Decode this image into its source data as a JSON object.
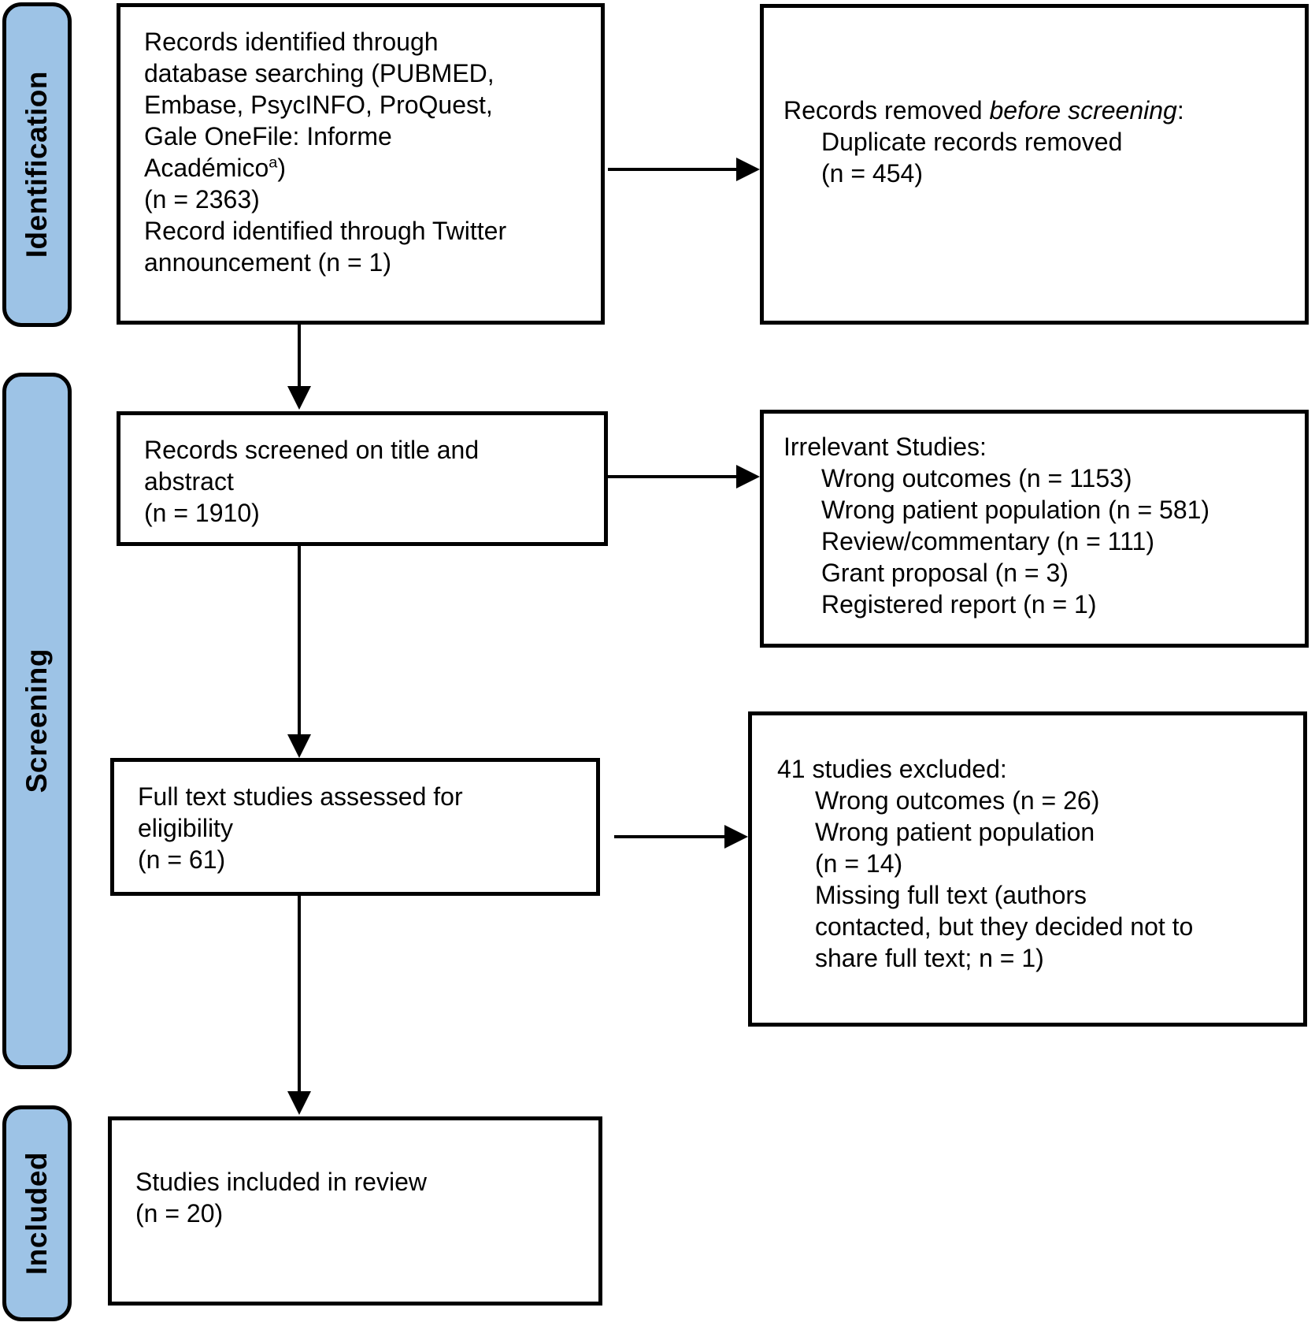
{
  "colors": {
    "stage_fill": "#9DC3E6",
    "box_border": "#000000",
    "background": "#ffffff"
  },
  "stages": [
    {
      "label": "Identification"
    },
    {
      "label": "Screening"
    },
    {
      "label": "Included"
    }
  ],
  "boxes": {
    "identified": {
      "lines_top": [
        "Records identified through",
        "database searching (PUBMED,",
        "Embase, PsycINFO, ProQuest,",
        "Gale OneFile: Informe"
      ],
      "academico": {
        "base": "Académico",
        "sup": "a",
        "close": ")"
      },
      "count": "(n = 2363)",
      "twitter_line1": "Record identified through Twitter",
      "twitter_line2": "announcement (n = 1)"
    },
    "removed": {
      "line1_pre": "Records removed ",
      "line1_italic": "before screening",
      "line1_post": ":",
      "items": [
        "Duplicate records removed",
        "(n = 454)"
      ]
    },
    "screened": {
      "lines": [
        "Records screened on title and",
        "abstract",
        "(n = 1910)"
      ]
    },
    "irrelevant": {
      "title": "Irrelevant Studies:",
      "items": [
        "Wrong outcomes (n = 1153)",
        "Wrong patient population (n = 581)",
        "Review/commentary (n = 111)",
        "Grant proposal (n = 3)",
        "Registered report (n = 1)"
      ]
    },
    "fulltext": {
      "lines": [
        "Full text studies assessed for",
        "eligibility",
        "(n = 61)"
      ]
    },
    "excluded": {
      "title": "41 studies excluded:",
      "items": [
        "Wrong outcomes (n = 26)",
        "Wrong patient population",
        "(n = 14)",
        "Missing full text (authors",
        "contacted, but they decided not to",
        "share full text; n = 1)"
      ]
    },
    "included": {
      "lines": [
        "Studies included in review",
        "(n = 20)"
      ]
    }
  }
}
